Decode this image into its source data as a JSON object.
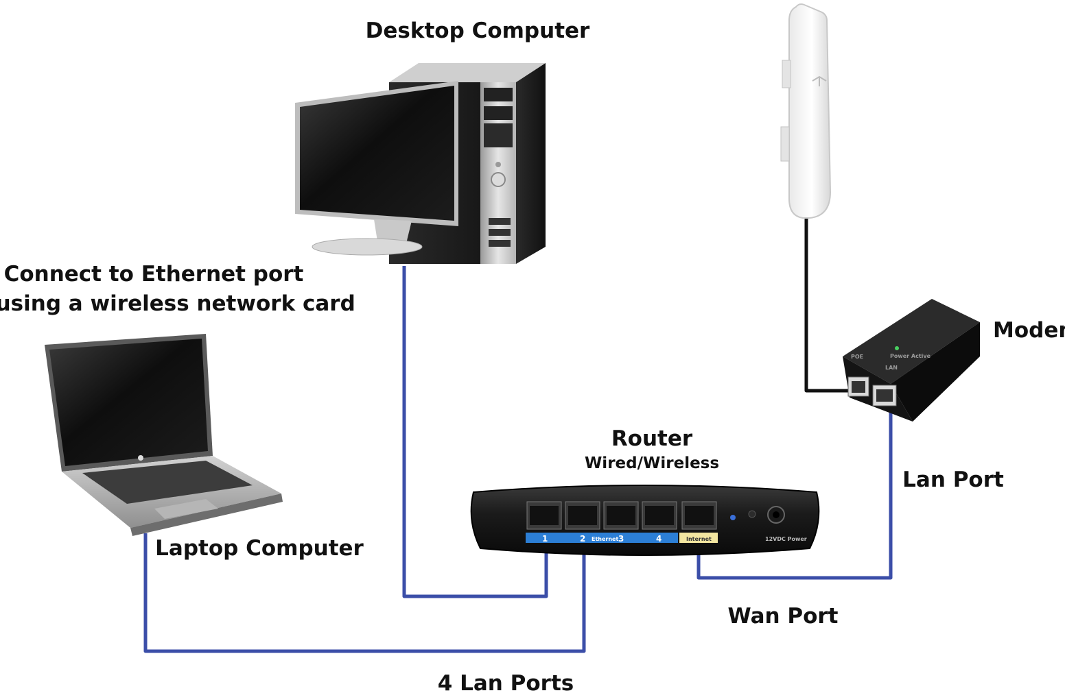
{
  "labels": {
    "desktop": "Desktop Computer",
    "connect_line1": "Connect to Ethernet port",
    "connect_line2": "or using a wireless network card",
    "laptop": "Laptop Computer",
    "modem": "Modem",
    "router": "Router",
    "router_sub": "Wired/Wireless",
    "lan_port": "Lan Port",
    "wan_port": "Wan Port",
    "lan_ports": "4 Lan Ports"
  },
  "router_panel": {
    "ports": [
      "1",
      "2",
      "3",
      "4"
    ],
    "ethernet": "Ethernet",
    "internet": "Internet",
    "power": "12VDC Power"
  },
  "modem_panel": {
    "left_port": "POE",
    "right_port": "LAN",
    "status": "Power Active"
  },
  "colors": {
    "cable_blue": "#3b4ea8",
    "cable_black": "#111111",
    "router_strip": "#2c7fd6",
    "internet_strip": "#f3e6a0"
  }
}
